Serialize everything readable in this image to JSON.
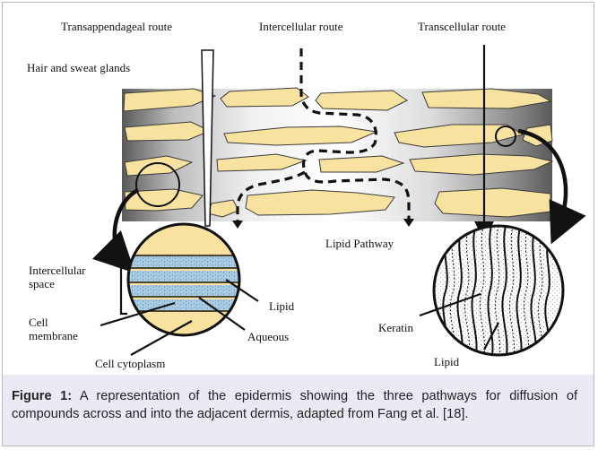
{
  "labels": {
    "transappendageal": "Transappendageal route",
    "intercellular": "Intercellular route",
    "transcellular": "Transcellular route",
    "hair_sweat": "Hair and sweat glands",
    "lipid_pathway": "Lipid Pathway",
    "intercellular_space_1": "Intercellular",
    "intercellular_space_2": "space",
    "cell_membrane_1": "Cell",
    "cell_membrane_2": "membrane",
    "cell_cytoplasm": "Cell cytoplasm",
    "lipid_left": "Lipid",
    "aqueous": "Aqueous",
    "keratin": "Keratin",
    "lipid_right": "Lipid"
  },
  "caption": {
    "prefix": "Figure 1:",
    "text": " A representation of the epidermis showing the three pathways for diffusion of compounds across and into the adjacent dermis, adapted from Fang et al. [18]."
  },
  "colors": {
    "cell_fill": "#f7e2a0",
    "aqueous_fill": "#a9cde6",
    "caption_bg": "#e9eaf3"
  }
}
